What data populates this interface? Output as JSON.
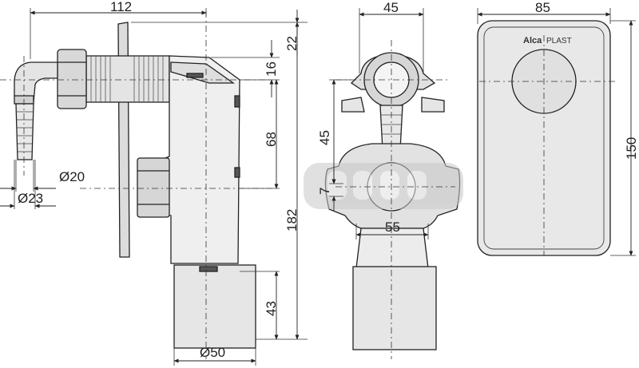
{
  "dimensions": {
    "width_total": "112",
    "top_offset": "22",
    "elbow_offset": "16",
    "middle_span": "68",
    "total_height": "182",
    "bottom_height": "43",
    "outlet_diameter": "Ø50",
    "hose_inner_diameter": "Ø20",
    "hose_outer_diameter": "Ø23",
    "front_width": "45",
    "front_upper_height": "45",
    "front_lower_height": "7",
    "front_bottom_width": "55",
    "cover_width": "85",
    "cover_height": "150"
  },
  "logo": {
    "brand": "Alca",
    "suffix": "PLAST"
  },
  "colors": {
    "line": "#222222",
    "body_fill": "#ededed",
    "dark_fill": "#cfcfcf",
    "cover_fill": "#e8e8e8"
  }
}
